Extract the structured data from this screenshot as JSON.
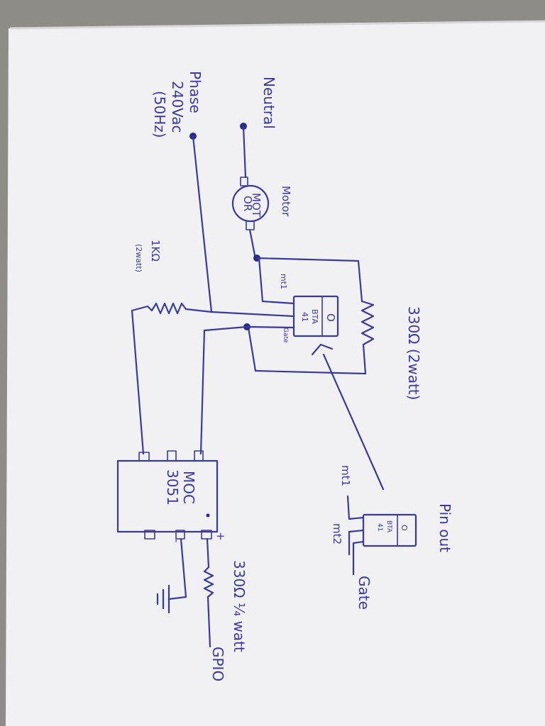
{
  "labels": {
    "neutral": "Neutral",
    "phase": "Phase",
    "supply_voltage": "240Vac",
    "supply_freq": "(50Hz)",
    "motor": "Motor",
    "motor_body_1": "MOT",
    "motor_body_2": "OR",
    "r1_value": "1KΩ",
    "r1_watt": "(2watt)",
    "snubber_r": "330Ω (2watt)",
    "bta_body_1": "BTA",
    "bta_body_2": "41",
    "mt1": "mt1",
    "gate_short": "Gate",
    "moc_1": "MOC",
    "moc_2": "3051",
    "r3": "330Ω ¼ watt",
    "gpio": "GPIO",
    "plus": "+",
    "minus": "-",
    "pinout_title": "Pin out",
    "pin_mt1": "mt1",
    "pin_mt2": "mt2",
    "pin_gate": "Gate",
    "pin_bta_1": "BTA",
    "pin_bta_2": "41",
    "tab_o": "O"
  }
}
